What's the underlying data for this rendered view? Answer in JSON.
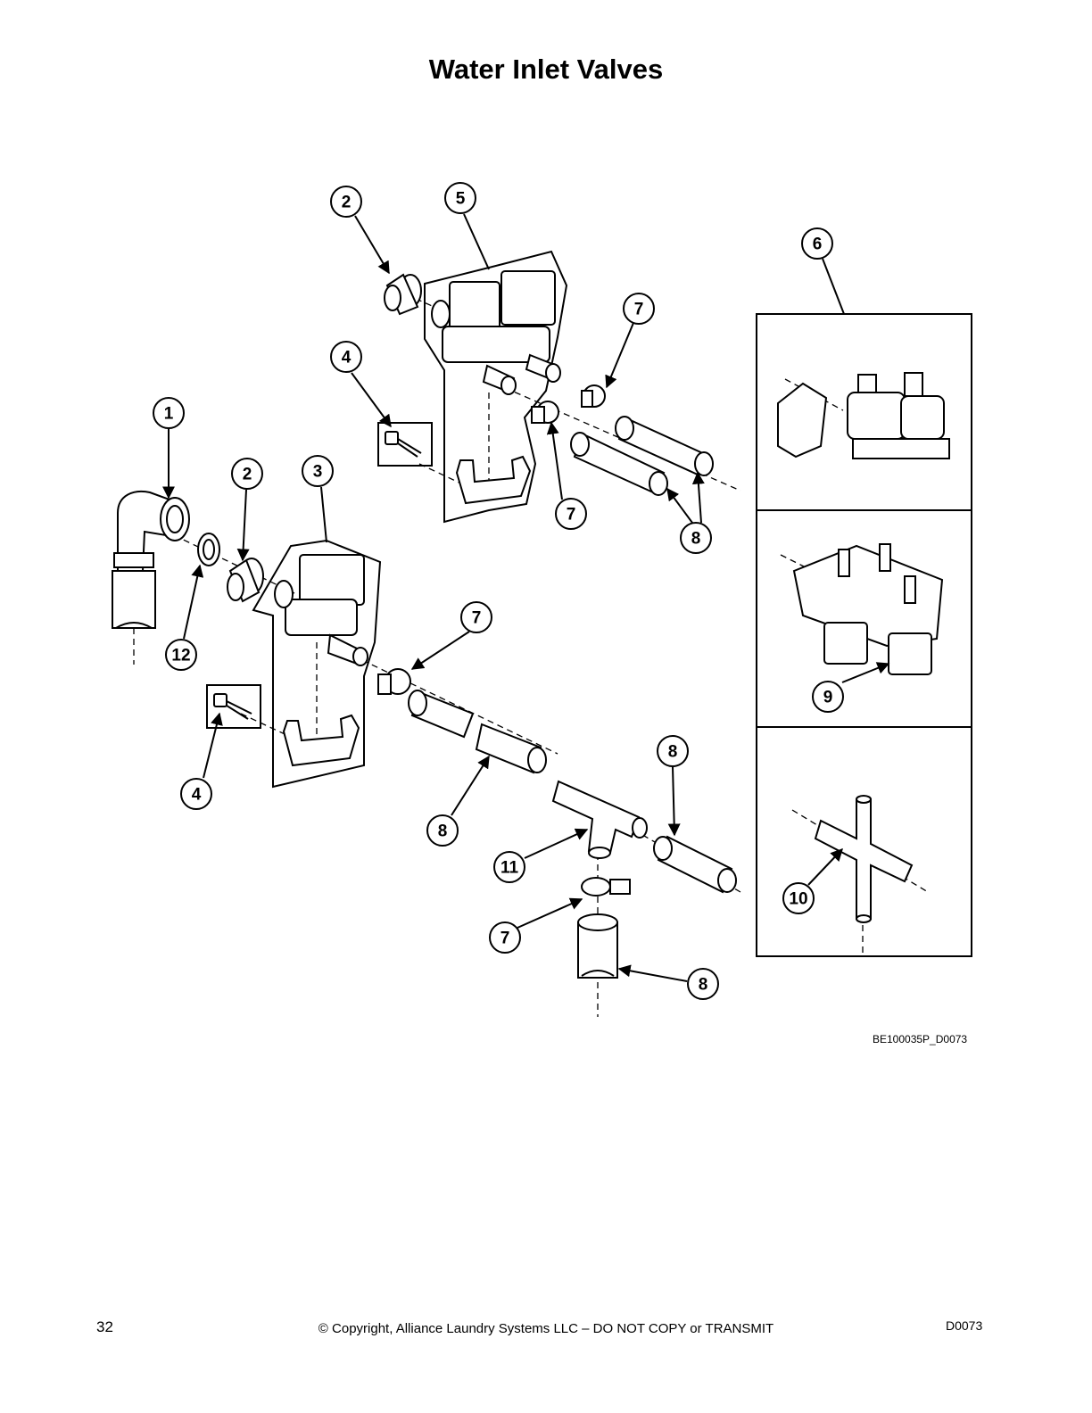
{
  "page": {
    "title": "Water Inlet Valves",
    "figure_id": "BE100035P_D0073",
    "page_number": "32",
    "copyright": "© Copyright, Alliance Laundry Systems LLC – DO NOT COPY or TRANSMIT",
    "doc_code": "D0073"
  },
  "diagram": {
    "callouts": [
      {
        "id": "c-2a",
        "label": "2"
      },
      {
        "id": "c-5",
        "label": "5"
      },
      {
        "id": "c-6",
        "label": "6"
      },
      {
        "id": "c-7a",
        "label": "7"
      },
      {
        "id": "c-4a",
        "label": "4"
      },
      {
        "id": "c-1",
        "label": "1"
      },
      {
        "id": "c-2b",
        "label": "2"
      },
      {
        "id": "c-3",
        "label": "3"
      },
      {
        "id": "c-7b",
        "label": "7"
      },
      {
        "id": "c-8a",
        "label": "8"
      },
      {
        "id": "c-12",
        "label": "12"
      },
      {
        "id": "c-7c",
        "label": "7"
      },
      {
        "id": "c-9",
        "label": "9"
      },
      {
        "id": "c-8b",
        "label": "8"
      },
      {
        "id": "c-4b",
        "label": "4"
      },
      {
        "id": "c-8c",
        "label": "8"
      },
      {
        "id": "c-11",
        "label": "11"
      },
      {
        "id": "c-10",
        "label": "10"
      },
      {
        "id": "c-7d",
        "label": "7"
      },
      {
        "id": "c-8d",
        "label": "8"
      }
    ]
  }
}
